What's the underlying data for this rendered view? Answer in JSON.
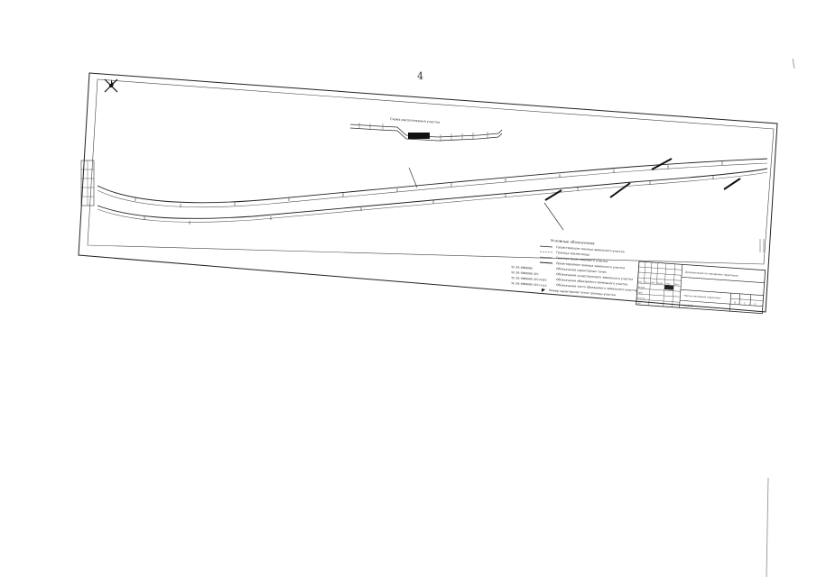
{
  "page": {
    "number": "4"
  },
  "key_plan": {
    "label": "Схема расположения участка"
  },
  "legend": {
    "title": "Условные обозначения",
    "items": [
      "Существующая граница земельного участка",
      "Граница землеотвода",
      "Граница проектируемого участка",
      "Проектируемая граница земельного участка",
      "Обозначение характерных точек",
      "Обозначение существующего земельного участка",
      "Обозначение образуемого земельного участка",
      "Обозначение части образуемого земельного участка",
      "Номер характерной точки границы участка"
    ],
    "codes": [
      "32:28:0000000",
      "32:28:0000000:ЗУ1",
      "32:28:0000000:ЗУ1/ЧЗУ1",
      "32:28:0000000:ЗУ1/чзу1"
    ]
  },
  "title_block": {
    "stage": "П",
    "sheet": "1",
    "sheets": "1",
    "project": "Документация по планировке территории",
    "drawing": "Чертеж межевания территории",
    "scale": "М 1:2000",
    "roles": [
      "Разраб.",
      "Пров.",
      "Н.контр.",
      "ГИП"
    ],
    "headers": [
      "Изм.",
      "Кол.уч.",
      "Лист",
      "№ док.",
      "Подп.",
      "Дата"
    ]
  },
  "colors": {
    "ink": "#1a1a1a",
    "paper": "#ffffff"
  }
}
